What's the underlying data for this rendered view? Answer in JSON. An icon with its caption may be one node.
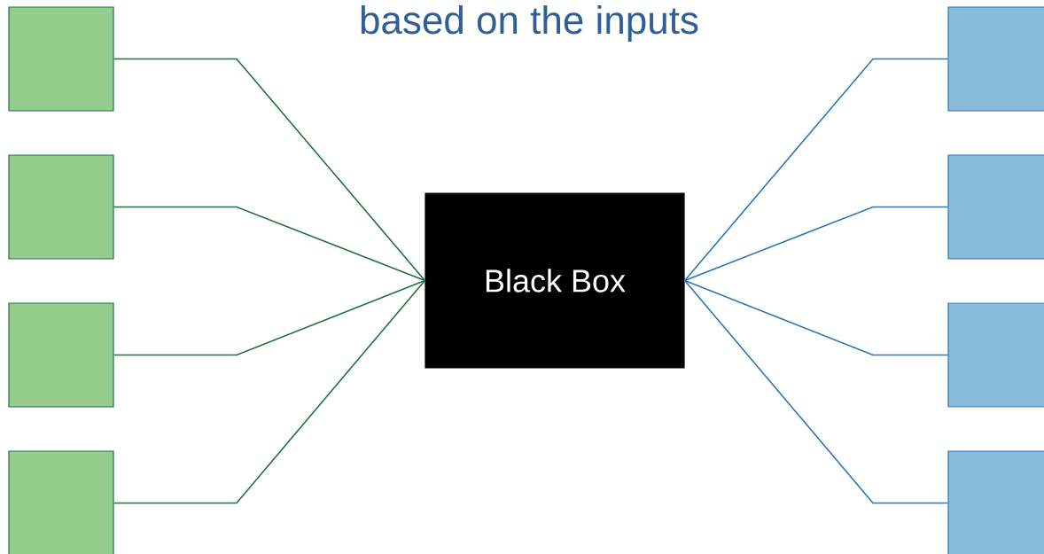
{
  "diagram": {
    "title": "based on the inputs",
    "nodes": [
      {
        "text": [],
        "shape": "box"
      },
      {
        "text": [],
        "shape": "box"
      },
      {
        "text": [],
        "shape": "box"
      },
      {
        "text": [],
        "shape": "box"
      },
      {
        "text": [
          "Black Box"
        ]
      },
      {
        "text": [],
        "shape": "box"
      },
      {
        "text": [],
        "shape": "box"
      },
      {
        "text": [],
        "shape": "box"
      },
      {
        "text": [],
        "shape": "box"
      }
    ],
    "edges": [
      {
        "from": 0,
        "to": 4,
        "arrow": "none",
        "color": "#1e7145"
      },
      {
        "from": 1,
        "to": 4,
        "arrow": "none",
        "color": "#1e7145"
      },
      {
        "from": 2,
        "to": 4,
        "arrow": "none",
        "color": "#1e7145"
      },
      {
        "from": 3,
        "to": 4,
        "arrow": "none",
        "color": "#1e7145"
      },
      {
        "from": 4,
        "to": 5,
        "arrow": "none",
        "color": "#2e75b6"
      },
      {
        "from": 4,
        "to": 6,
        "arrow": "none",
        "color": "#2e75b6"
      },
      {
        "from": 4,
        "to": 7,
        "arrow": "none",
        "color": "#2e75b6"
      },
      {
        "from": 4,
        "to": 8,
        "arrow": "none",
        "color": "#2e75b6"
      }
    ]
  }
}
